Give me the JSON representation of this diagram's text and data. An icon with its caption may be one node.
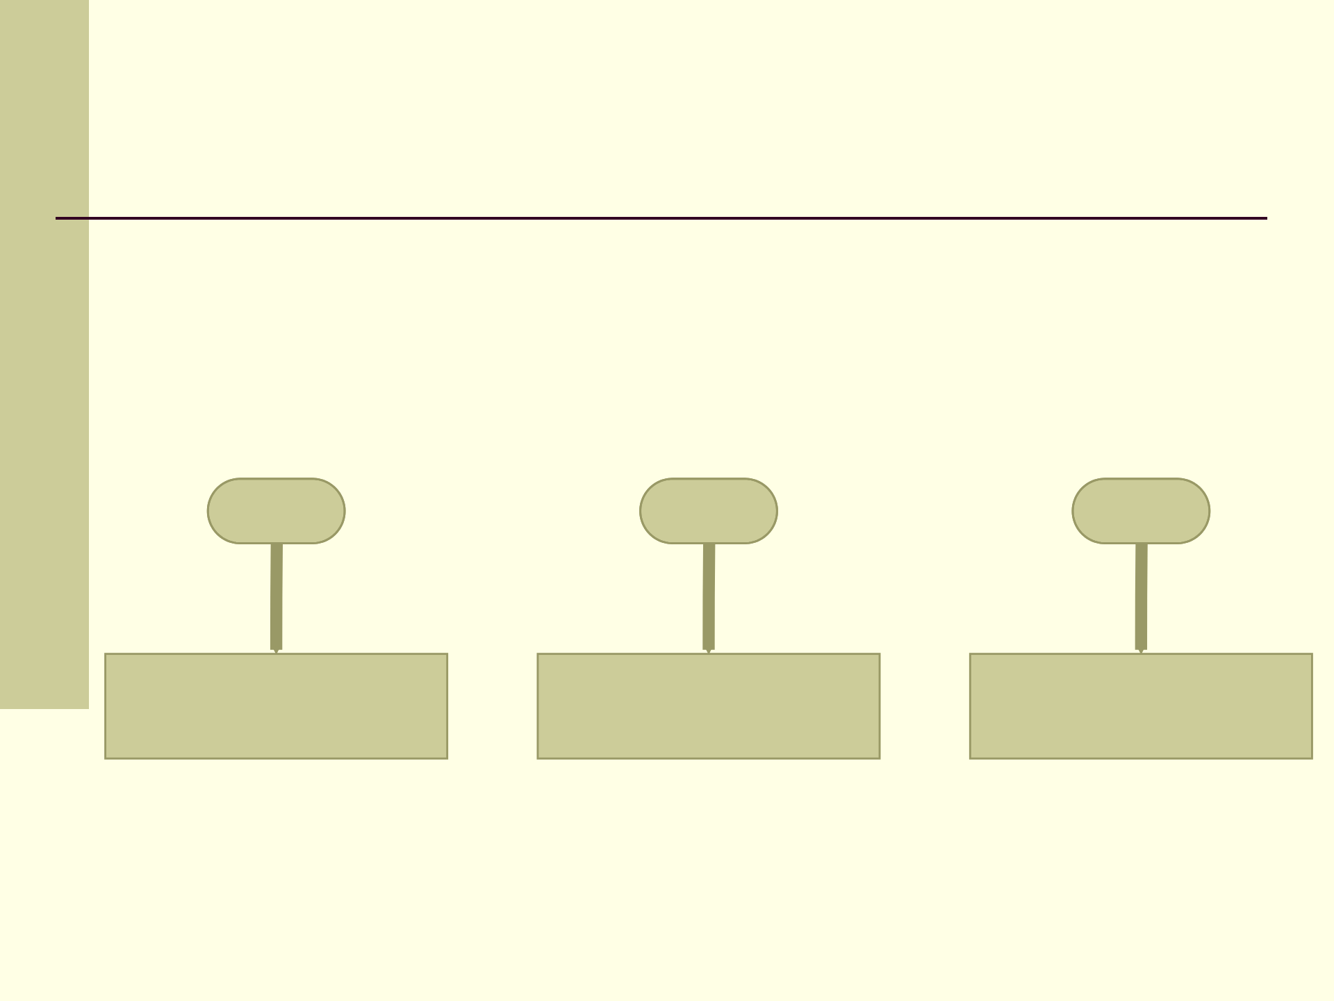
{
  "diagram": {
    "nodes": [
      {
        "text": [],
        "shape": "ellipse"
      },
      {
        "text": [],
        "shape": "ellipse"
      },
      {
        "text": [],
        "shape": "ellipse"
      },
      {
        "text": [],
        "shape": "box"
      },
      {
        "text": [],
        "shape": "box"
      },
      {
        "text": [],
        "shape": "box"
      }
    ],
    "edges": [
      {
        "from": 0,
        "to": 3,
        "arrow": "to"
      },
      {
        "from": 1,
        "to": 4,
        "arrow": "to"
      },
      {
        "from": 2,
        "to": 5,
        "arrow": "to"
      }
    ]
  }
}
